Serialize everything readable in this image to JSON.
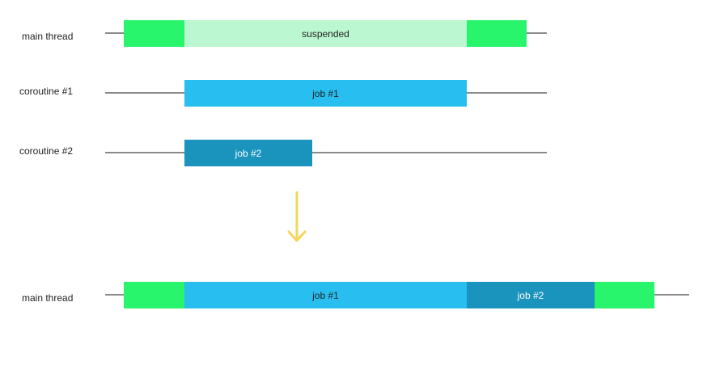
{
  "rows": {
    "top_main": {
      "label": "main thread",
      "suspended_label": "suspended"
    },
    "coroutine1": {
      "label": "coroutine #1",
      "job_label": "job #1"
    },
    "coroutine2": {
      "label": "coroutine #2",
      "job_label": "job #2"
    },
    "bottom_main": {
      "label": "main thread",
      "job1_label": "job #1",
      "job2_label": "job #2"
    }
  },
  "colors": {
    "running": "#28f46c",
    "suspended": "#bbf7d0",
    "job1": "#28bff0",
    "job2": "#1a93bd",
    "line": "#8a8a8a",
    "arrow": "#f5d55a"
  },
  "icons": {
    "transition_arrow": "arrow-down-icon"
  }
}
